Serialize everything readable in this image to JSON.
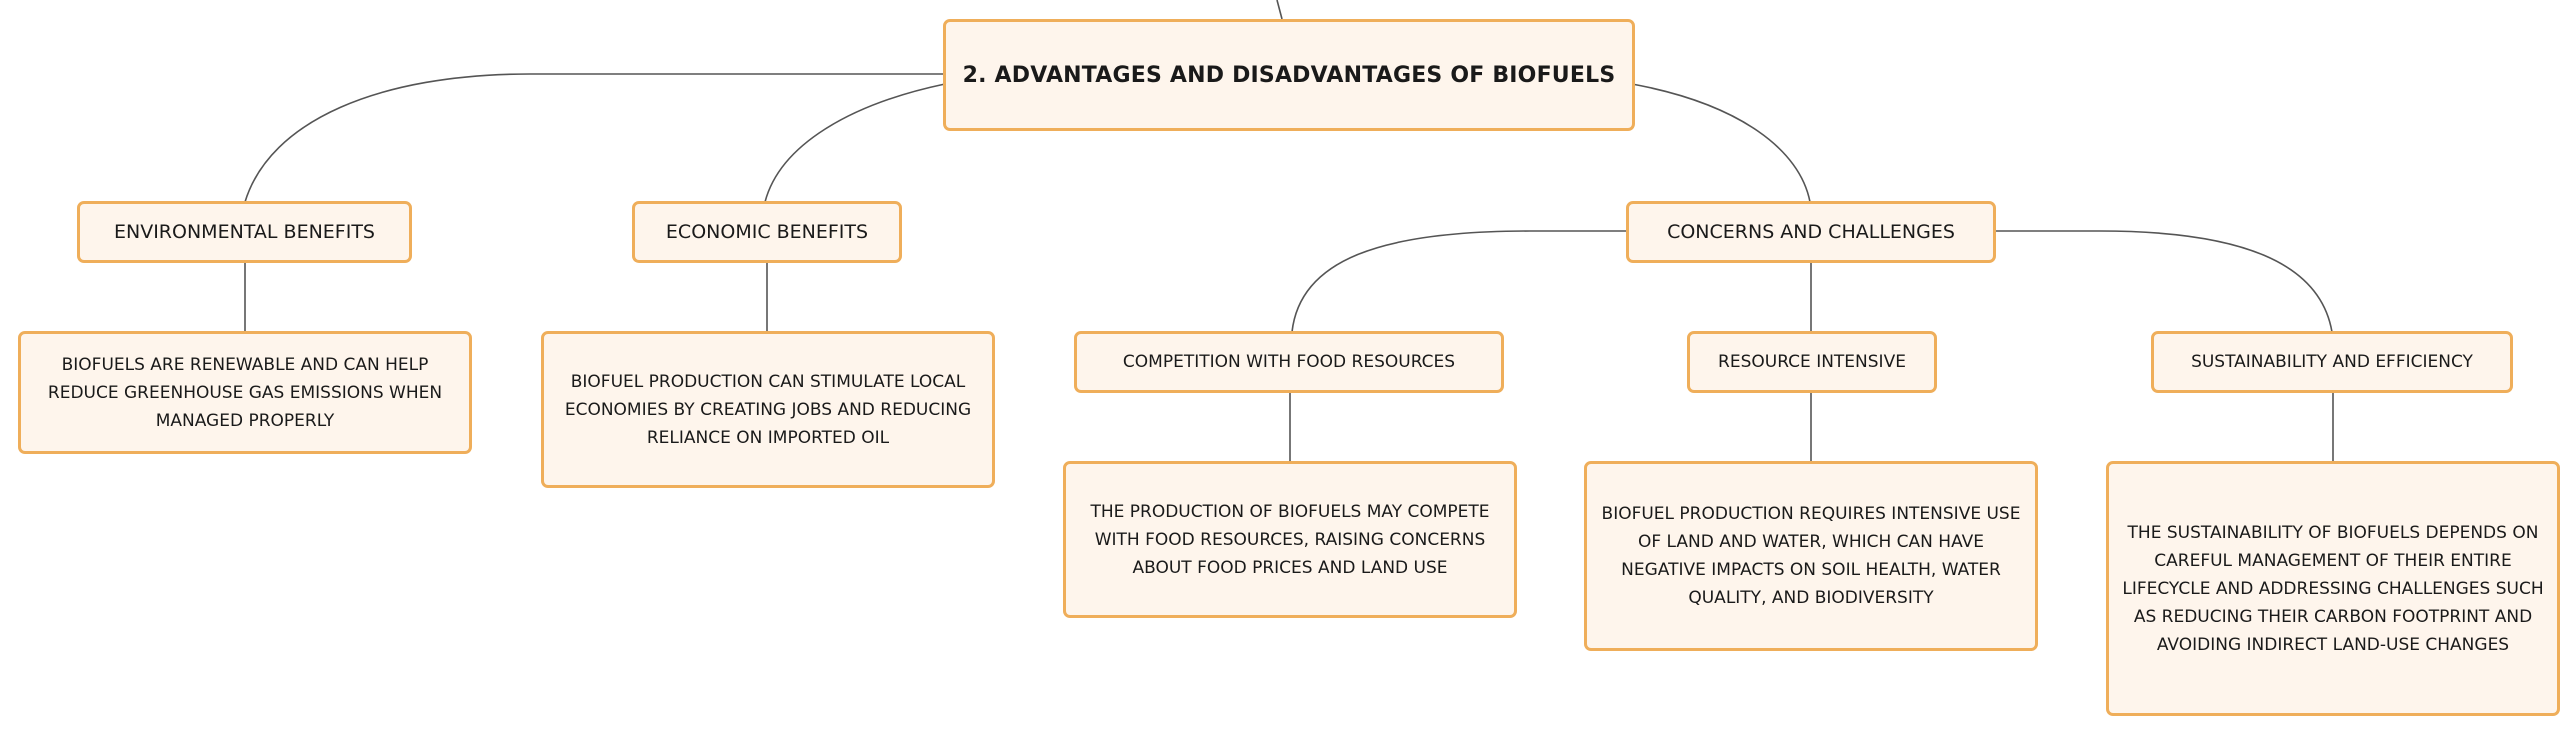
{
  "colors": {
    "node_fill": "#fef5ec",
    "node_border": "#efae5a",
    "connector": "#555555",
    "text": "#1a1a1a"
  },
  "root": {
    "label": "2. ADVANTAGES AND DISADVANTAGES OF BIOFUELS"
  },
  "branches": [
    {
      "label": "ENVIRONMENTAL BENEFITS",
      "detail": "BIOFUELS ARE RENEWABLE AND CAN HELP REDUCE GREENHOUSE GAS EMISSIONS WHEN MANAGED PROPERLY"
    },
    {
      "label": "ECONOMIC BENEFITS",
      "detail": "BIOFUEL PRODUCTION CAN STIMULATE LOCAL ECONOMIES BY CREATING JOBS AND REDUCING RELIANCE ON IMPORTED OIL"
    },
    {
      "label": "CONCERNS AND CHALLENGES",
      "children": [
        {
          "label": "COMPETITION WITH FOOD RESOURCES",
          "detail": "THE PRODUCTION OF BIOFUELS MAY COMPETE WITH FOOD RESOURCES, RAISING CONCERNS ABOUT FOOD PRICES AND LAND USE"
        },
        {
          "label": "RESOURCE INTENSIVE",
          "detail": "BIOFUEL PRODUCTION REQUIRES INTENSIVE USE OF LAND AND WATER, WHICH CAN HAVE NEGATIVE IMPACTS ON SOIL HEALTH, WATER QUALITY, AND BIODIVERSITY"
        },
        {
          "label": "SUSTAINABILITY AND EFFICIENCY",
          "detail": "THE SUSTAINABILITY OF BIOFUELS DEPENDS ON CAREFUL MANAGEMENT OF THEIR ENTIRE LIFECYCLE AND ADDRESSING CHALLENGES SUCH AS REDUCING THEIR CARBON FOOTPRINT AND AVOIDING INDIRECT LAND-USE CHANGES"
        }
      ]
    }
  ]
}
